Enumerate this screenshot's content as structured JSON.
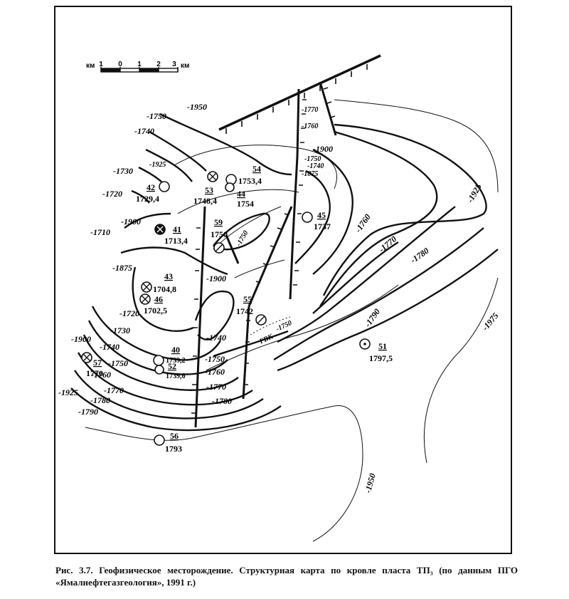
{
  "scale_bar": {
    "unit_left": "км",
    "ticks": [
      "1",
      "0",
      "1",
      "2",
      "3"
    ],
    "unit_right": "км"
  },
  "contour_labels": [
    "-1950",
    "-1750",
    "-1740",
    "-1925",
    "-1730",
    "-1720",
    "-1900",
    "-1710",
    "-1875",
    "-1720",
    "-1730",
    "-1740",
    "-1750",
    "-1760",
    "-1770",
    "-1780",
    "-1790",
    "-1900",
    "-1925",
    "-1770",
    "-1760",
    "-1900",
    "-1750",
    "-1740",
    "-1875",
    "-1925",
    "-1760",
    "-1770",
    "-1780",
    "-1790",
    "-1975",
    "-1950",
    "-1900",
    "-1740",
    "-1750",
    "-1760",
    "-1770",
    "-1780",
    "-1750"
  ],
  "wells": [
    {
      "id": "54",
      "depth": "1753,4"
    },
    {
      "id": "53",
      "depth": "1748,4"
    },
    {
      "id": "44",
      "depth": "1754"
    },
    {
      "id": "42",
      "depth": "1729,4"
    },
    {
      "id": "41",
      "depth": "1713,4"
    },
    {
      "id": "59",
      "depth": "1750"
    },
    {
      "id": "45",
      "depth": "1737"
    },
    {
      "id": "43",
      "depth": "1704,8"
    },
    {
      "id": "46",
      "depth": "1702,5"
    },
    {
      "id": "55",
      "depth": "1742"
    },
    {
      "id": "51",
      "depth": "1797,5"
    },
    {
      "id": "40",
      "depth": "1739,2"
    },
    {
      "id": "52",
      "depth": "1739,6"
    },
    {
      "id": "57",
      "depth": "1770"
    },
    {
      "id": "56",
      "depth": "1793"
    }
  ],
  "gvk_label": "ГВК",
  "gvk_value": "-1750",
  "caption": {
    "prefix": "Рис. 3.7.",
    "text": "Геофизическое месторождение. Структурная карта по кровле пласта ТП₃ (по данным ПГО «Ямалнефтегазгеология», 1991 г.)"
  }
}
